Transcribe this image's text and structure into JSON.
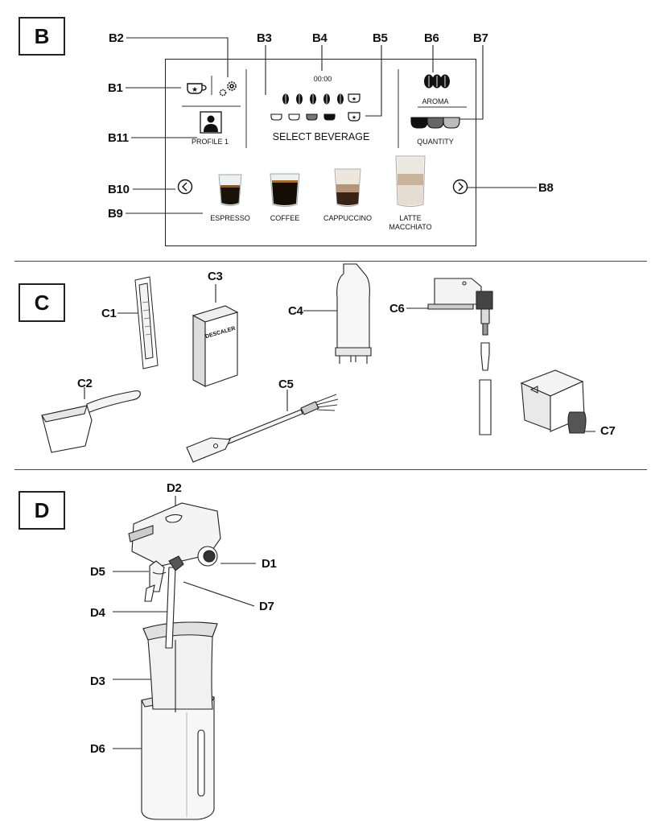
{
  "sections": {
    "b": "B",
    "c": "C",
    "d": "D"
  },
  "screen": {
    "timer": "00:00",
    "select_beverage": "SELECT BEVERAGE",
    "profile_label": "PROFILE 1",
    "aroma_label": "AROMA",
    "quantity_label": "QUANTITY",
    "beverages": [
      {
        "label": "ESPRESSO"
      },
      {
        "label": "COFFEE"
      },
      {
        "label": "CAPPUCCINO"
      },
      {
        "label_line1": "LATTE",
        "label_line2": "MACCHIATO"
      }
    ]
  },
  "callouts_b": {
    "b1": "B1",
    "b2": "B2",
    "b3": "B3",
    "b4": "B4",
    "b5": "B5",
    "b6": "B6",
    "b7": "B7",
    "b8": "B8",
    "b9": "B9",
    "b10": "B10",
    "b11": "B11"
  },
  "callouts_c": {
    "c1": "C1",
    "c2": "C2",
    "c3": "C3",
    "c4": "C4",
    "c5": "C5",
    "c6": "C6",
    "c7": "C7"
  },
  "descaler_text": "DESCALER",
  "callouts_d": {
    "d1": "D1",
    "d2": "D2",
    "d3": "D3",
    "d4": "D4",
    "d5": "D5",
    "d6": "D6",
    "d7": "D7"
  }
}
